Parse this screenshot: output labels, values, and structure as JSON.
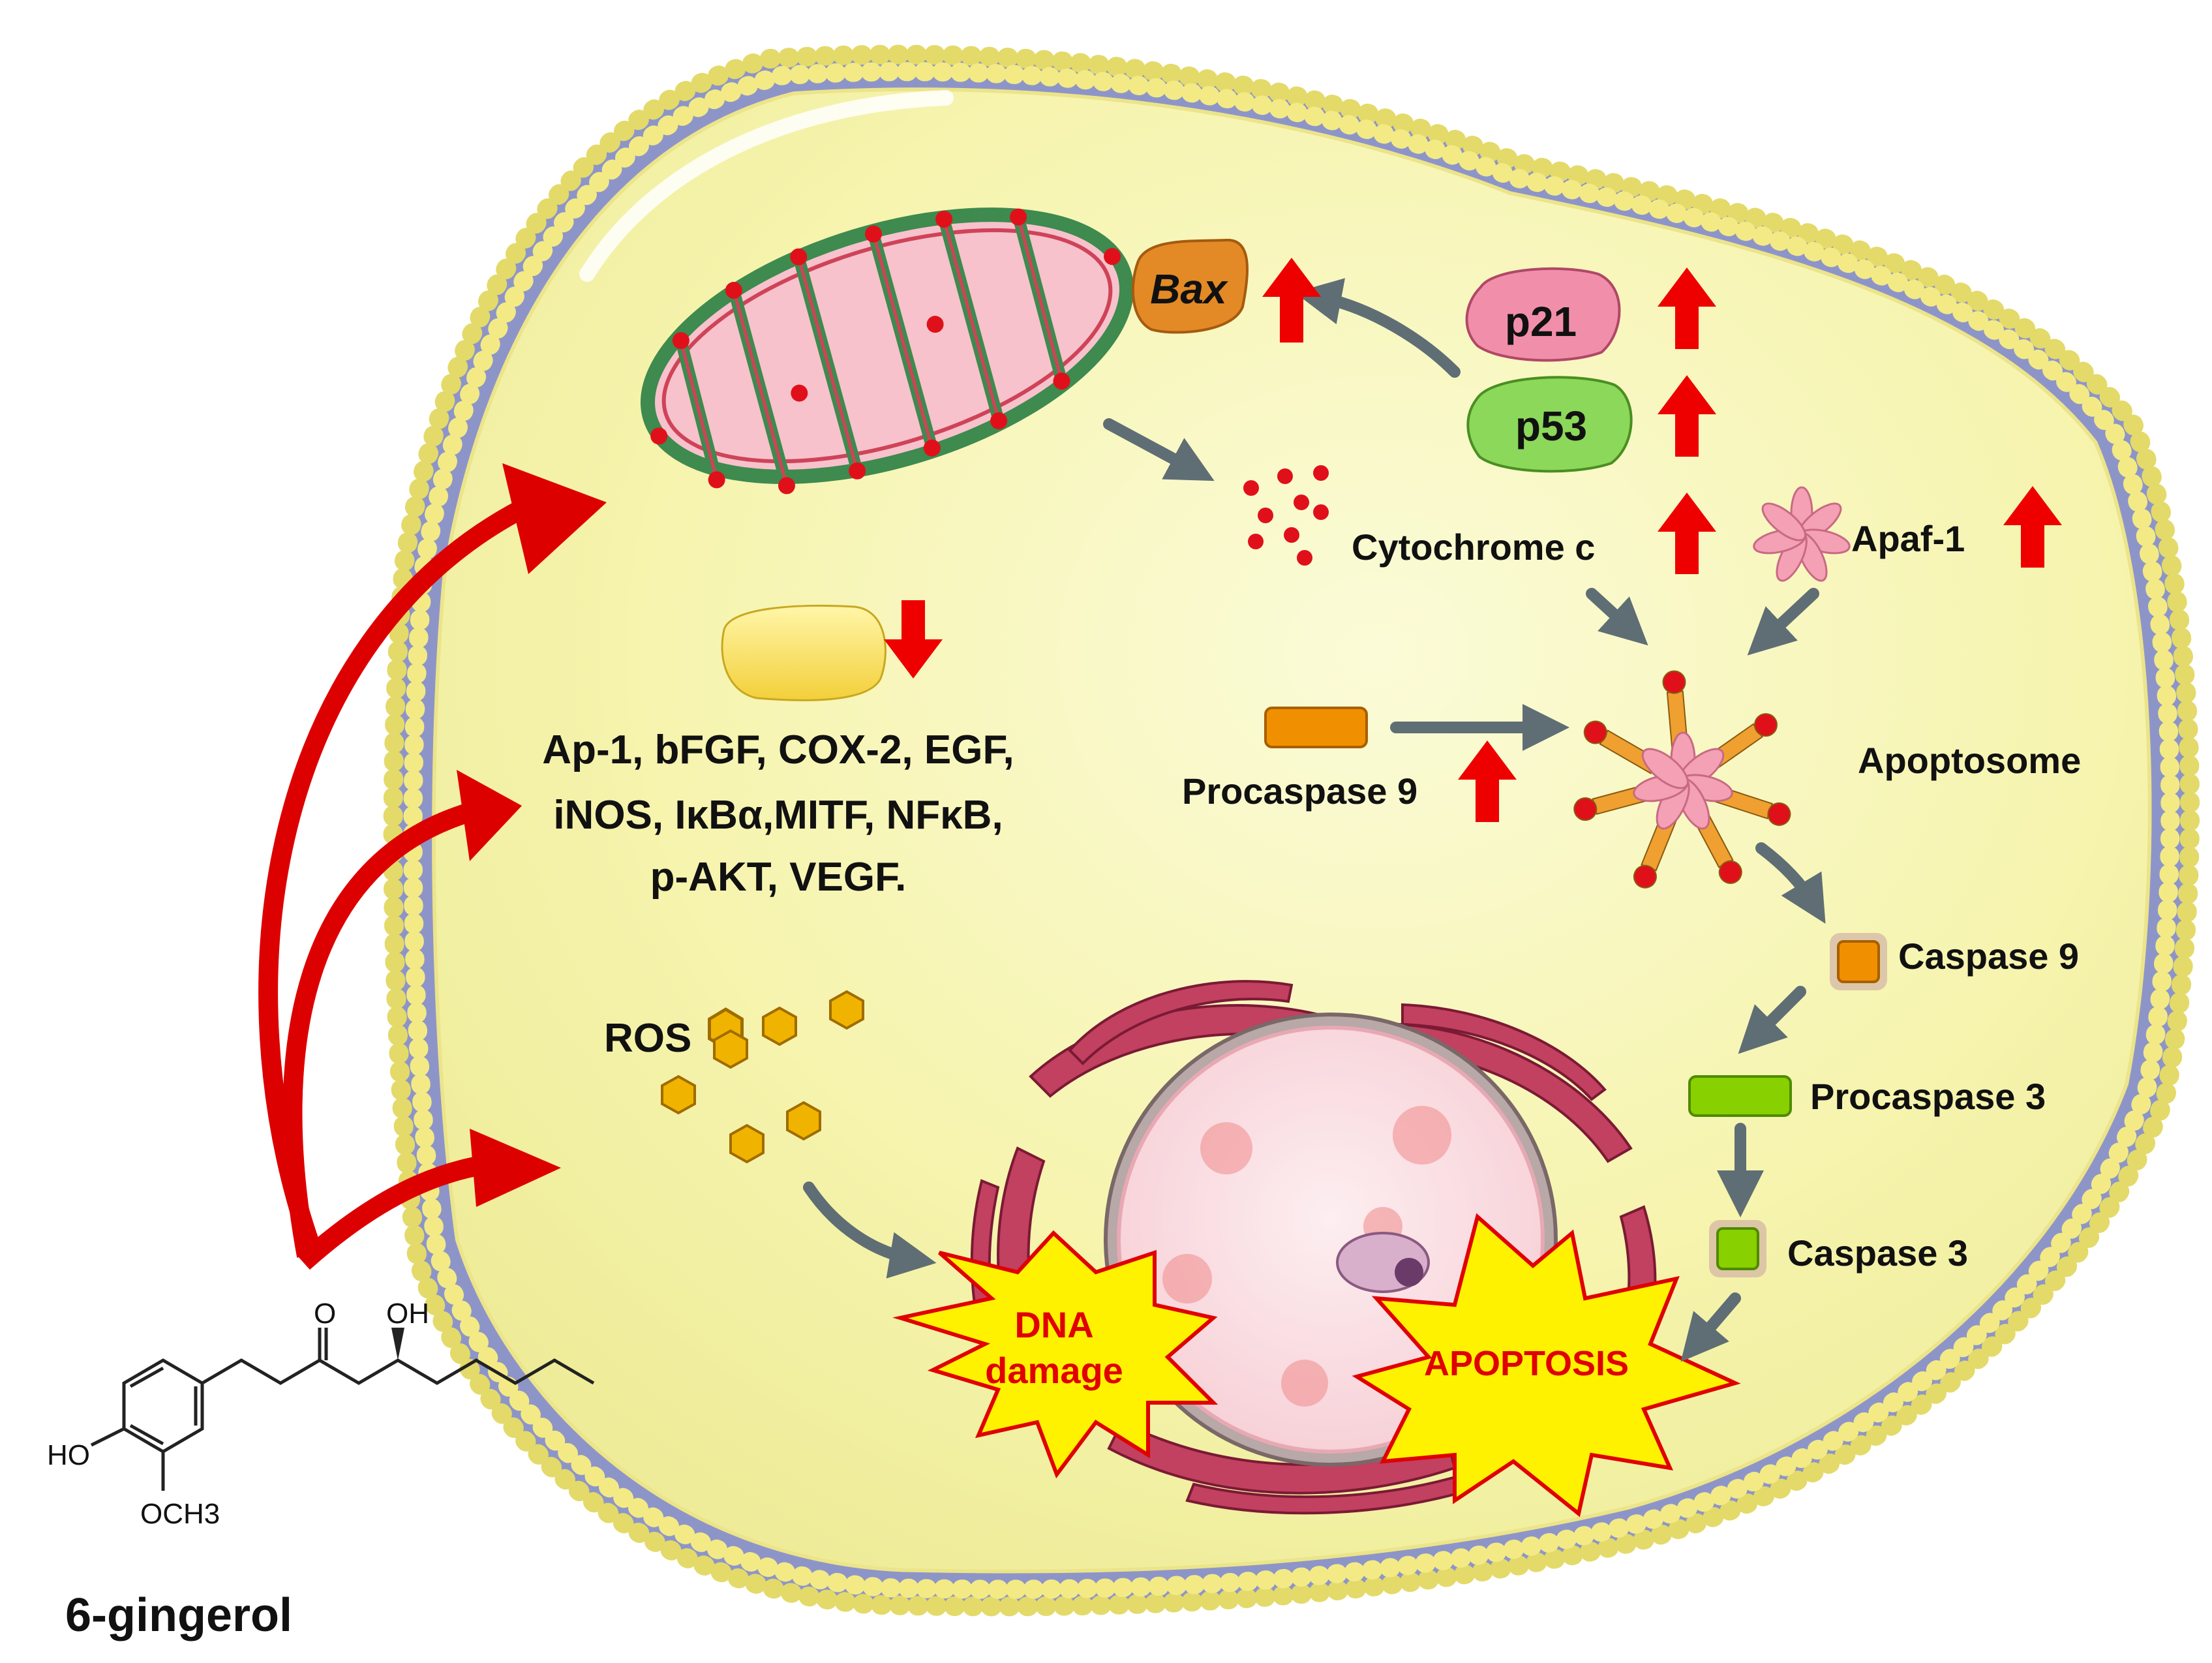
{
  "compound": {
    "name": "6-gingerol",
    "groups": {
      "ketone": "O",
      "hydroxyl": "OH",
      "phenol": "HO",
      "methoxy": "OCH3"
    }
  },
  "mitochondria": {
    "bax": "Bax",
    "cytochrome": "Cytochrome c"
  },
  "regulators": {
    "p21": "p21",
    "p53": "p53",
    "apaf": "Apaf-1"
  },
  "downregulated": {
    "line1": "Ap-1, bFGF, COX-2, EGF,",
    "line2": "iNOS, IκBα,MITF, NFκB,",
    "line3": "p-AKT, VEGF."
  },
  "cascade": {
    "procaspase9": "Procaspase 9",
    "apoptosome": "Apoptosome",
    "caspase9": "Caspase 9",
    "procaspase3": "Procaspase 3",
    "caspase3": "Caspase 3"
  },
  "stress": {
    "ros": "ROS",
    "dna_line1": "DNA",
    "dna_line2": "damage",
    "apoptosis": "APOPTOSIS"
  },
  "colors": {
    "cytoplasm": "#f5f3a6",
    "membrane": "#8d95c8",
    "membrane_bead": "#f3ea86",
    "up_arrow": "#ee0000",
    "effect_arrow": "#dd0000",
    "flow_arrow": "#5f6e74",
    "mito_fill": "#f7c2cc",
    "mito_edge": "#3e8a4f",
    "bax": "#e38a26",
    "p21": "#f18fab",
    "p53": "#8cd85a",
    "caspase9": "#f09000",
    "caspase3": "#88d000",
    "ros": "#f0b400",
    "burst_fill": "#fff200",
    "burst_text": "#e00000"
  }
}
